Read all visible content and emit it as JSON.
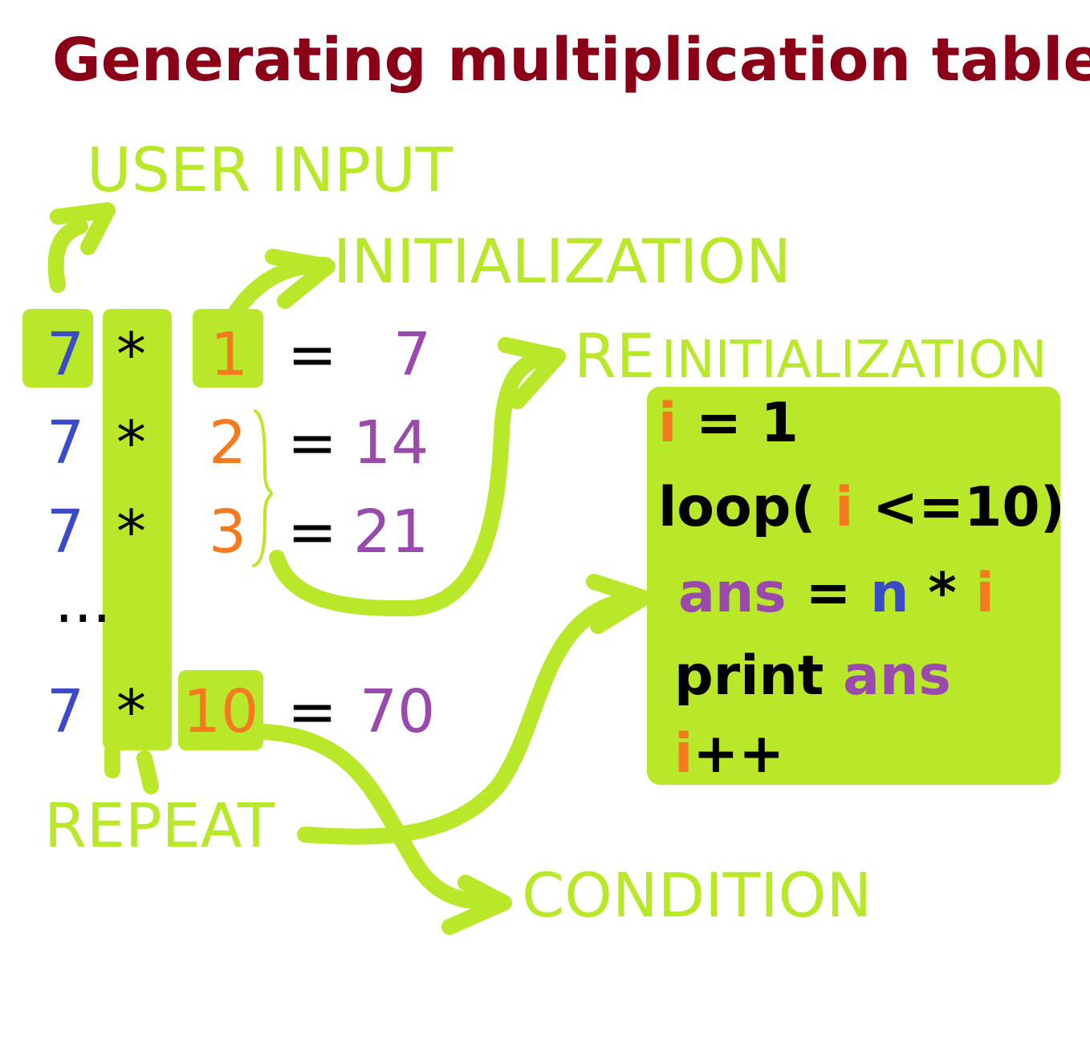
{
  "title": "Generating multiplication table",
  "labels": {
    "user_input": "USER INPUT",
    "initialization": "INITIALIZATION",
    "reinitialization_prefix": "RE",
    "reinitialization_rest": "INITIALIZATION",
    "repeat": "REPEAT",
    "condition": "CONDITION"
  },
  "table": {
    "rows": [
      {
        "n": "7",
        "op": "*",
        "i": "1",
        "eq": "=",
        "ans": "7"
      },
      {
        "n": "7",
        "op": "*",
        "i": "2",
        "eq": "=",
        "ans": "14"
      },
      {
        "n": "7",
        "op": "*",
        "i": "3",
        "eq": "=",
        "ans": "21"
      },
      {
        "n": "7",
        "op": "*",
        "i": "10",
        "eq": "=",
        "ans": "70"
      }
    ],
    "ellipsis": "..."
  },
  "code": {
    "line1": {
      "var": "i",
      "rest": " = 1"
    },
    "line2": {
      "pre": "loop( ",
      "var": "i",
      "post": " <=10)"
    },
    "line3": {
      "ans": "ans",
      "eq": " = ",
      "n": "n",
      "op": " * ",
      "var": "i"
    },
    "line4": {
      "kw": "print ",
      "ans": "ans"
    },
    "line5": {
      "var": "i",
      "post": "++"
    }
  },
  "colors": {
    "highlight": "#b9e82a",
    "title": "#8a0016",
    "n": "#3b4bc8",
    "i": "#f47a1f",
    "ans": "#9a4aad"
  }
}
